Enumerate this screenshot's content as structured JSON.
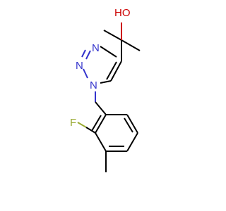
{
  "molecule": {
    "atoms": {
      "hydroxyl": "HO",
      "nitrogen_top": "N",
      "nitrogen_mid": "N",
      "nitrogen_ring": "N",
      "fluorine": "F"
    },
    "colors": {
      "bond": "#000000",
      "nitrogen": "#3333cc",
      "oxygen": "#cc0000",
      "fluorine": "#99aa33"
    }
  }
}
